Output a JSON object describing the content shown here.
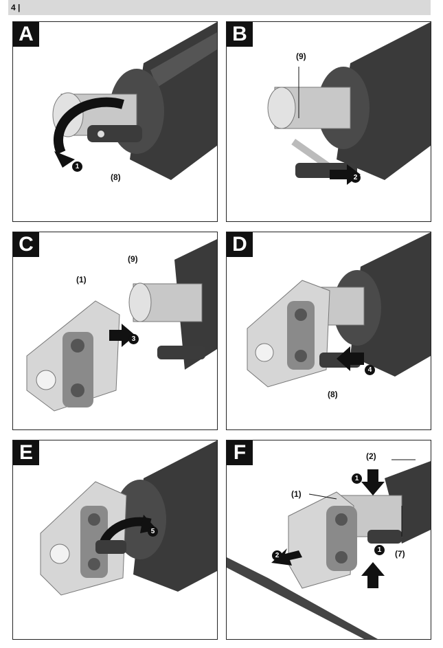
{
  "header": {
    "page_number": "4 |"
  },
  "panels": [
    {
      "letter": "A",
      "labels": [
        "(8)"
      ],
      "steps": [
        "1"
      ]
    },
    {
      "letter": "B",
      "labels": [
        "(9)"
      ],
      "steps": [
        "2"
      ]
    },
    {
      "letter": "C",
      "labels": [
        "(1)",
        "(9)"
      ],
      "steps": [
        "3"
      ]
    },
    {
      "letter": "D",
      "labels": [
        "(8)"
      ],
      "steps": [
        "4"
      ]
    },
    {
      "letter": "E",
      "labels": [],
      "steps": [
        "5"
      ]
    },
    {
      "letter": "F",
      "labels": [
        "(2)",
        "(1)",
        "(7)"
      ],
      "steps": [
        "1",
        "2",
        "1"
      ]
    }
  ],
  "colors": {
    "tool_body": "#3a3a3a",
    "tool_metal": "#bdbdbd",
    "arrow": "#111111",
    "header_bg": "#d9d9d9"
  }
}
